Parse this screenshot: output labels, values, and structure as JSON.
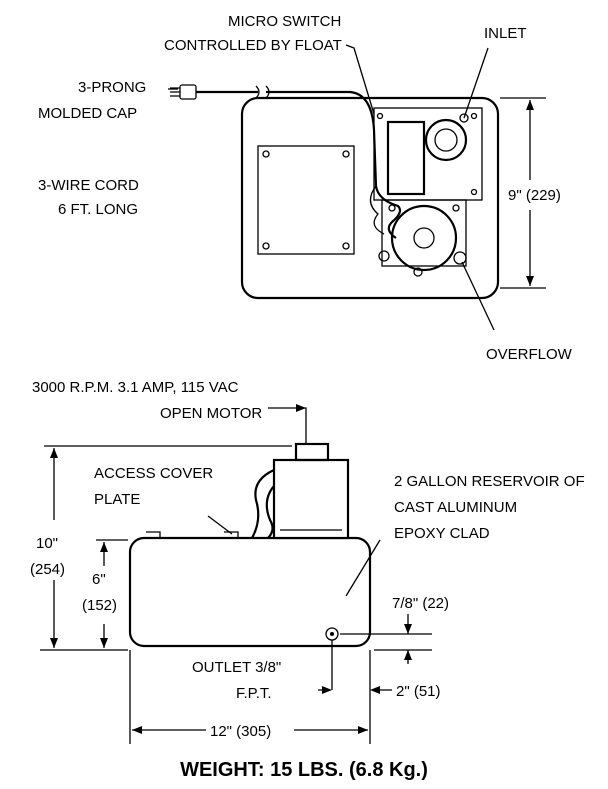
{
  "top_view": {
    "micro_switch_line1": "MICRO SWITCH",
    "micro_switch_line2": "CONTROLLED BY FLOAT",
    "inlet": "INLET",
    "prong_line1": "3-PRONG",
    "prong_line2": "MOLDED CAP",
    "cord_line1": "3-WIRE CORD",
    "cord_line2": "6 FT. LONG",
    "height_dim": "9\" (229)",
    "overflow": "OVERFLOW"
  },
  "side_view": {
    "motor_line1": "3000 R.P.M. 3.1 AMP, 115  VAC",
    "motor_line2": "OPEN MOTOR",
    "access_line1": "ACCESS COVER",
    "access_line2": "PLATE",
    "reservoir_line1": "2 GALLON RESERVOIR OF",
    "reservoir_line2": "CAST ALUMINUM",
    "reservoir_line3": "EPOXY CLAD",
    "overall_height_in": "10\"",
    "overall_height_mm": "(254)",
    "body_height_in": "6\"",
    "body_height_mm": "(152)",
    "outlet_height": "7/8\" (22)",
    "outlet_line1": "OUTLET 3/8\"",
    "outlet_line2": "F.P.T.",
    "outlet_offset": "2\" (51)",
    "width_dim": "12\" (305)"
  },
  "weight": "WEIGHT: 15 LBS. (6.8 Kg.)"
}
